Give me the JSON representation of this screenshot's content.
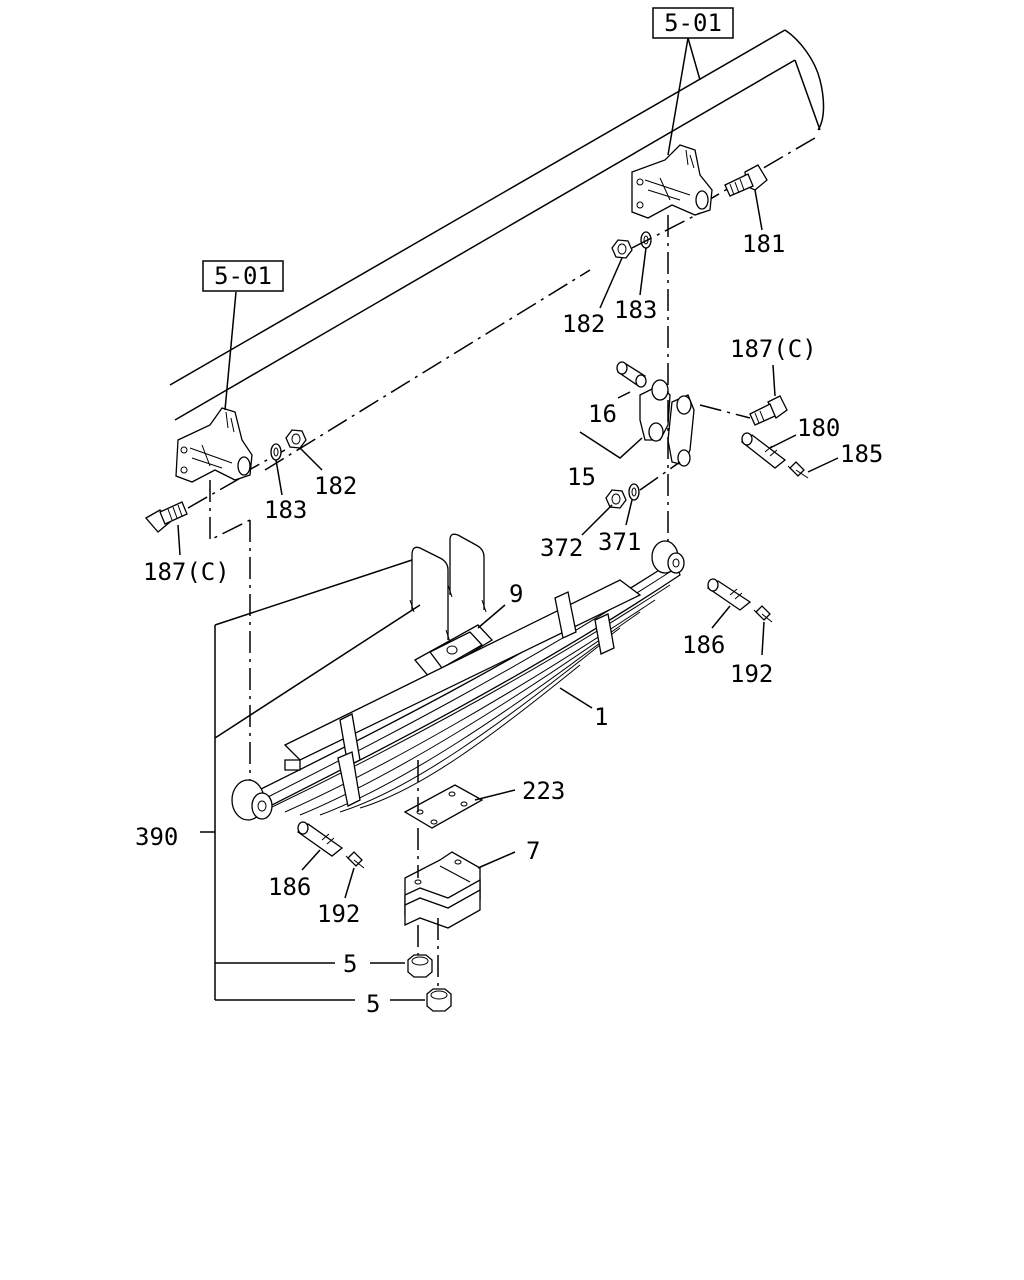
{
  "callouts": {
    "ref_top": "5-01",
    "ref_left": "5-01",
    "p181": "181",
    "p182_top": "182",
    "p183_top": "183",
    "p187c_right": "187(C)",
    "p16": "16",
    "p180": "180",
    "p185": "185",
    "p15": "15",
    "p183_left": "183",
    "p182_left": "182",
    "p187c_left": "187(C)",
    "p372": "372",
    "p371": "371",
    "p9": "9",
    "p186_right": "186",
    "p192_right": "192",
    "p1": "1",
    "p223": "223",
    "p390": "390",
    "p7": "7",
    "p186_left": "186",
    "p192_left": "192",
    "p5_upper": "5",
    "p5_lower": "5"
  }
}
